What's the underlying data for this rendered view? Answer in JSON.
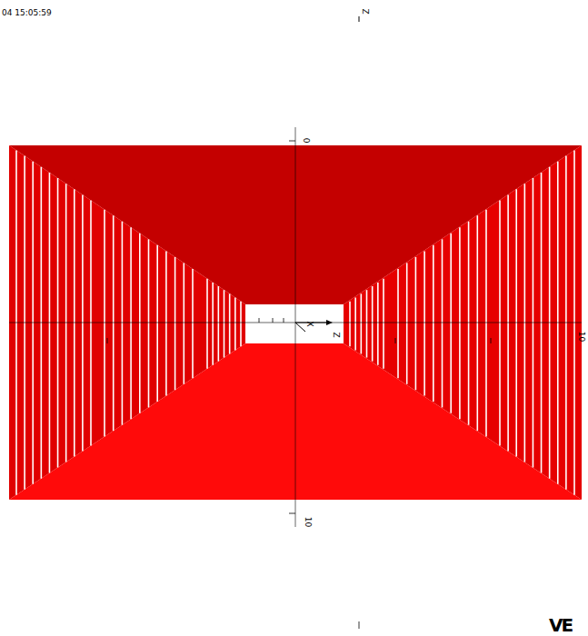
{
  "diagram": {
    "labels": [
      "04 15:05:59",
      "Z",
      "0",
      "10",
      "10",
      "X",
      "Z",
      "VE"
    ]
  }
}
